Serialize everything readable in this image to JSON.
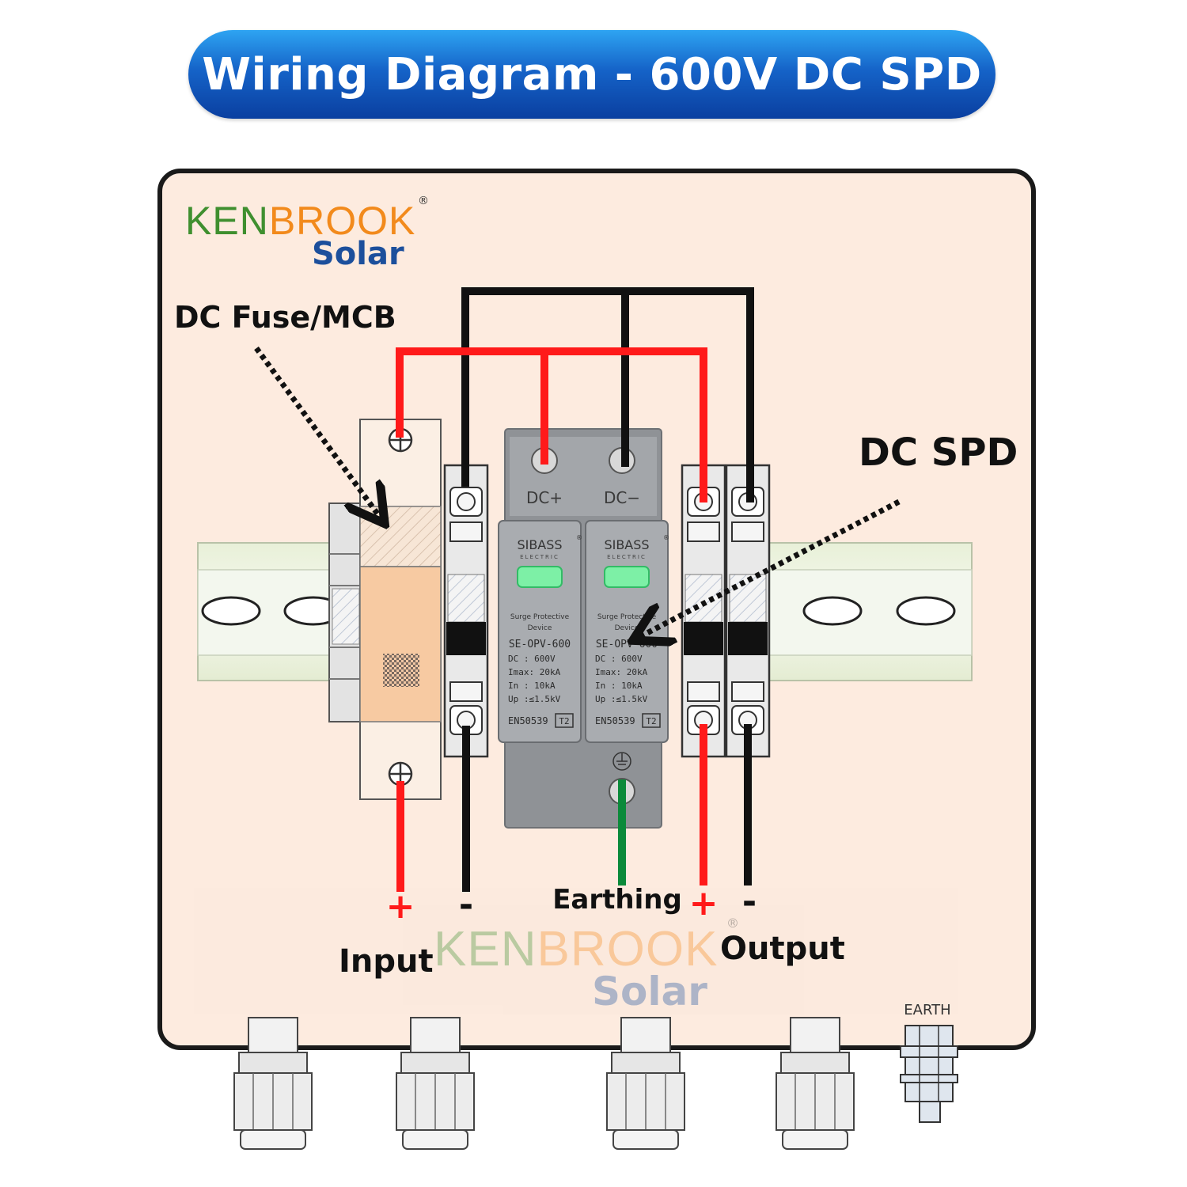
{
  "title": "Wiring Diagram - 600V DC SPD",
  "brand": {
    "name_part1": "KEN",
    "name_part2": "BROOK",
    "sub": "Solar",
    "reg": "®"
  },
  "labels": {
    "fuse": "DC Fuse/MCB",
    "spd": "DC SPD",
    "input": "Input",
    "output": "Output",
    "earthing": "Earthing",
    "input_plus": "+",
    "input_minus": "-",
    "output_plus": "+",
    "output_minus": "-"
  },
  "spd_device": {
    "terminal_pos": "DC+",
    "terminal_neg": "DC−",
    "brand": "SIBASS",
    "brand_sub": "ELECTRIC",
    "reg": "®",
    "desc_line1": "Surge Protective",
    "desc_line2": "Device",
    "model": "SE-OPV-600",
    "spec_dc": "DC  :  600V",
    "spec_imax": "Imax: 20kA",
    "spec_in": "In  :  10kA",
    "spec_up": "Up  :≤1.5kV",
    "standard": "EN50539",
    "class": "T2"
  },
  "earth_terminal": "EARTH",
  "colors": {
    "positive_wire": "#ff1a1a",
    "negative_wire": "#111111",
    "earth_wire": "#0b8a3a",
    "enclosure": "#fdebdf",
    "banner": "#1563c8",
    "brand_green": "#3f8f2f",
    "brand_orange": "#f28a1c",
    "brand_blue": "#1c4f9c"
  }
}
